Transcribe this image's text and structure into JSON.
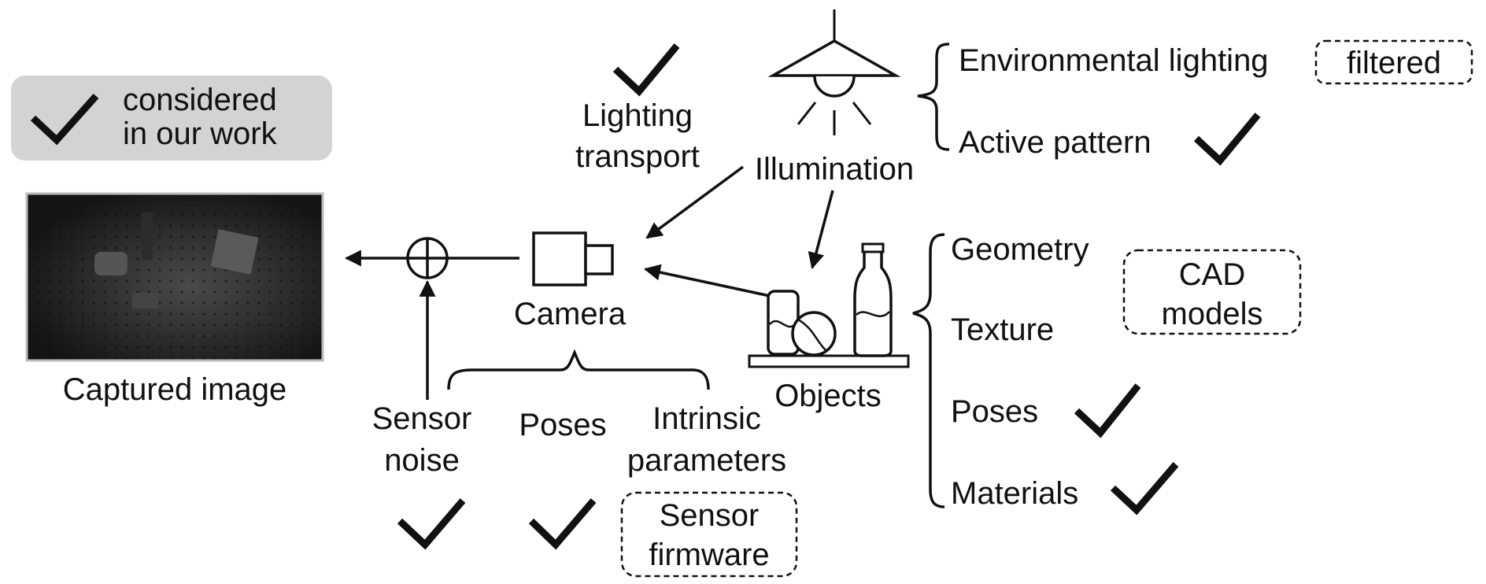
{
  "legend": {
    "line1": "considered",
    "line2": "in our work",
    "fill": "#d3d3d3"
  },
  "captured_image": {
    "label": "Captured image"
  },
  "lighting_transport": {
    "line1": "Lighting",
    "line2": "transport"
  },
  "illumination": {
    "label": "Illumination"
  },
  "illumination_items": {
    "environmental": "Environmental lighting",
    "environmental_note": "filtered",
    "active": "Active pattern"
  },
  "camera": {
    "label": "Camera"
  },
  "camera_params": {
    "sensor_noise_1": "Sensor",
    "sensor_noise_2": "noise",
    "poses": "Poses",
    "intrinsic_1": "Intrinsic",
    "intrinsic_2": "parameters",
    "firmware_1": "Sensor",
    "firmware_2": "firmware"
  },
  "objects": {
    "label": "Objects"
  },
  "object_props": {
    "geometry": "Geometry",
    "texture": "Texture",
    "cad_1": "CAD",
    "cad_2": "models",
    "poses": "Poses",
    "materials": "Materials"
  },
  "colors": {
    "ink": "#111111",
    "photo_bg": "#1e1e1e",
    "legend_bg": "#d3d3d3"
  }
}
